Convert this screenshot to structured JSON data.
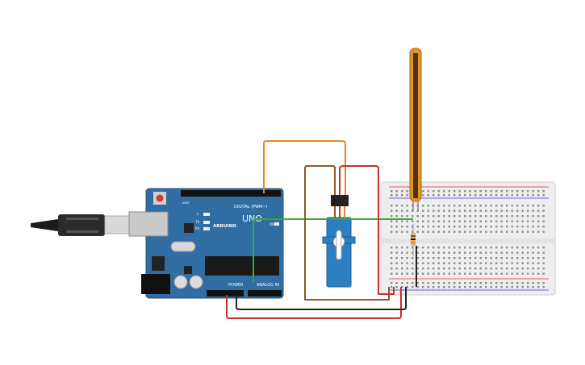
{
  "arduino": {
    "brand": "ARDUINO",
    "model": "UNO",
    "header_digital": "DIGITAL (PWM~)",
    "header_power": "POWER",
    "header_analog": "ANALOG IN",
    "on_label": "ON",
    "tx_label": "TX",
    "rx_label": "RX",
    "l_label": "L",
    "aref_label": "AREF"
  },
  "colors": {
    "board": "#2f6da3",
    "orange_wire": "#e8871e",
    "green_wire": "#3aa83a",
    "red_wire": "#c9302c",
    "black_wire": "#222222",
    "brown_wire": "#8b5a2b",
    "servo_body": "#2c7fc1",
    "flex_sensor": "#e0942a",
    "breadboard": "#eeeeee"
  },
  "components": [
    "arduino-uno",
    "usb-cable",
    "servo-motor",
    "flex-sensor",
    "resistor",
    "breadboard"
  ]
}
